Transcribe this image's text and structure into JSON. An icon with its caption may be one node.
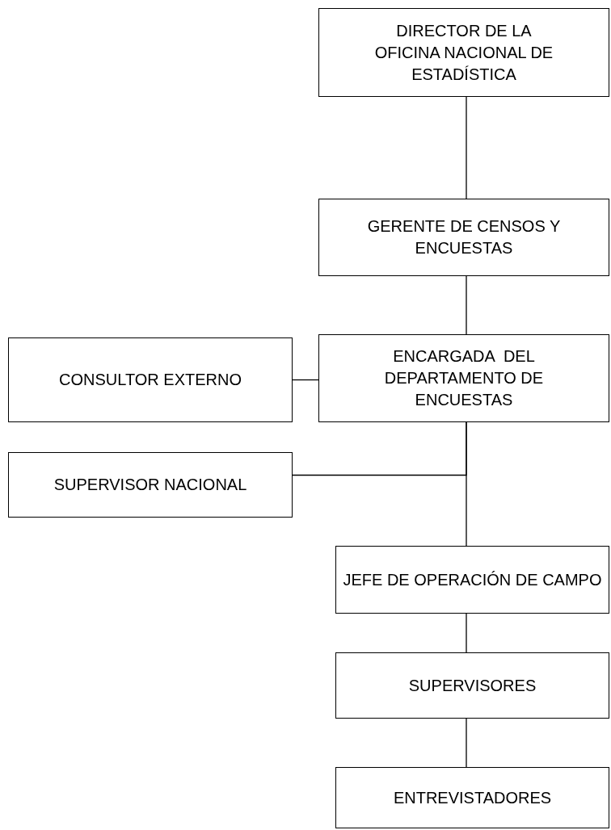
{
  "diagram": {
    "nodes": [
      {
        "text": [
          "DIRECTOR DE LA OFICINA NACIONAL DE ESTADÍSTICA"
        ]
      },
      {
        "text": [
          "GERENTE DE CENSOS Y ENCUESTAS"
        ]
      },
      {
        "text": [
          "ENCARGADA  DEL DEPARTAMENTO DE ENCUESTAS"
        ]
      },
      {
        "text": [
          "CONSULTOR EXTERNO"
        ]
      },
      {
        "text": [
          "SUPERVISOR NACIONAL"
        ]
      },
      {
        "text": [
          "JEFE DE OPERACIÓN DE CAMPO"
        ]
      },
      {
        "text": [
          "SUPERVISORES"
        ]
      },
      {
        "text": [
          "ENTREVISTADORES"
        ]
      }
    ],
    "edges": [
      {
        "from": 0,
        "to": 1,
        "arrow": "none"
      },
      {
        "from": 1,
        "to": 2,
        "arrow": "none"
      },
      {
        "from": 2,
        "to": 3,
        "arrow": "none"
      },
      {
        "from": 2,
        "to": 4,
        "arrow": "none"
      },
      {
        "from": 2,
        "to": 5,
        "arrow": "none"
      },
      {
        "from": 5,
        "to": 6,
        "arrow": "none"
      },
      {
        "from": 6,
        "to": 7,
        "arrow": "none"
      }
    ]
  }
}
